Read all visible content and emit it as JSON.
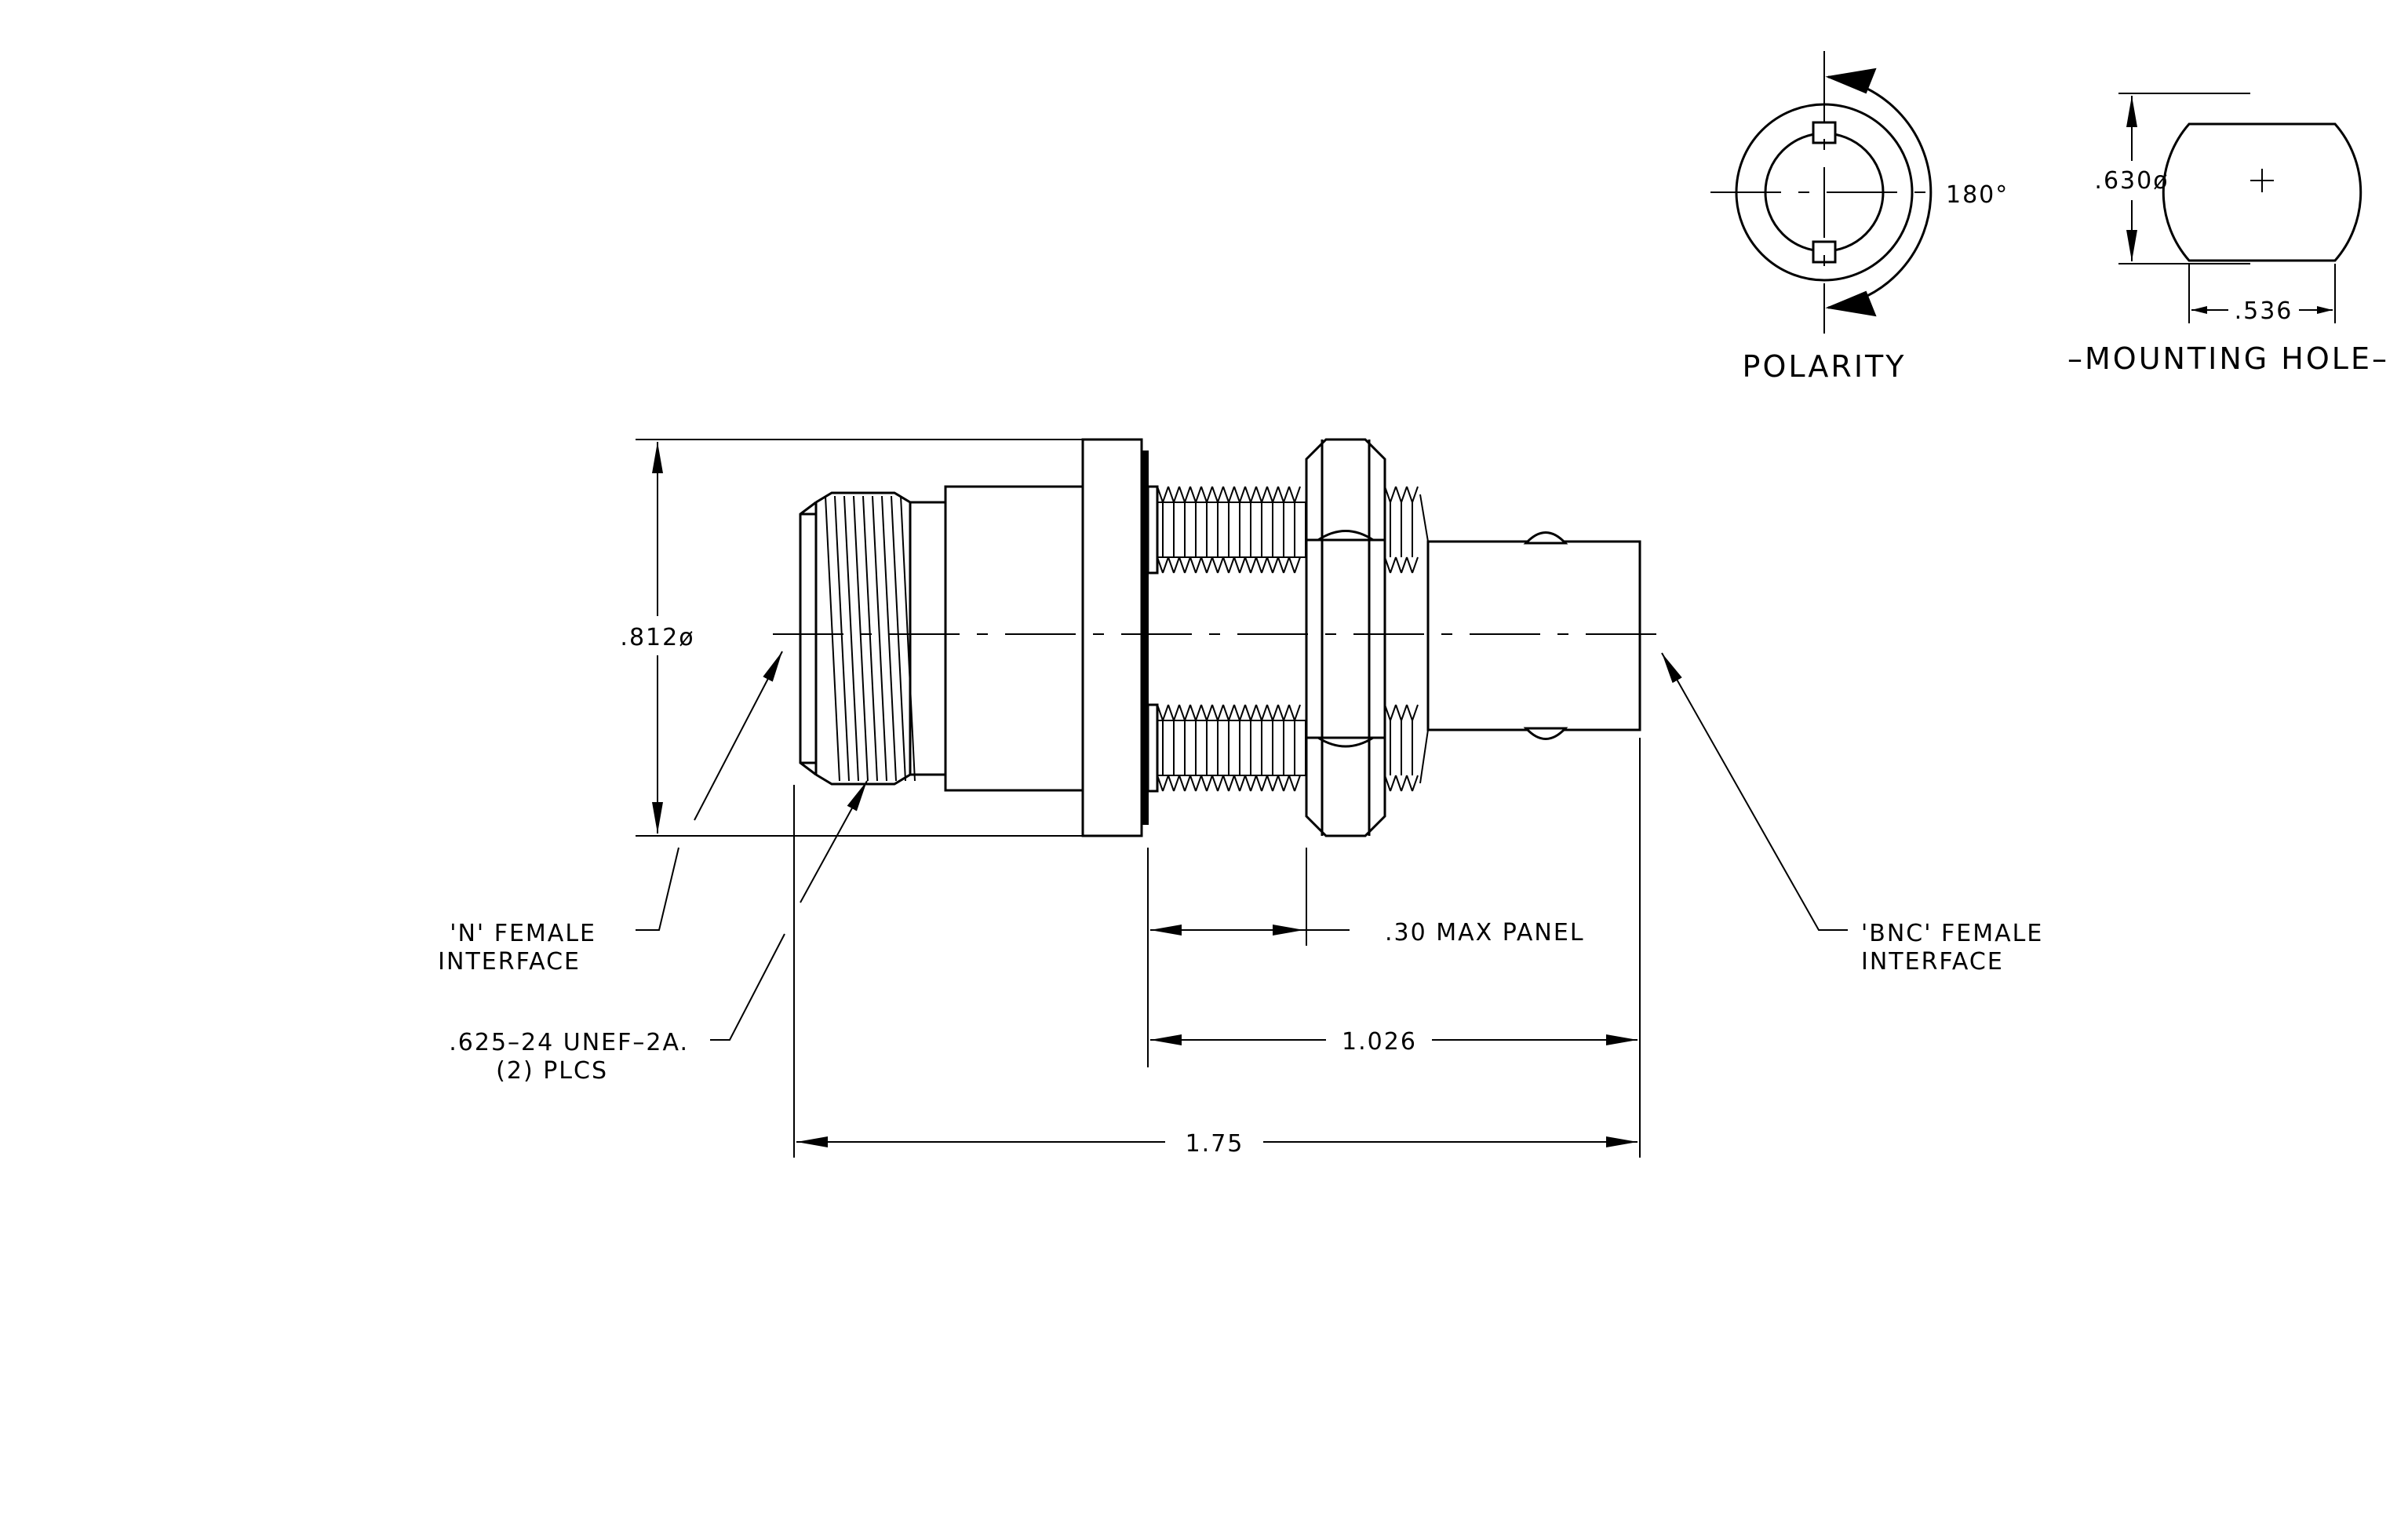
{
  "labels": {
    "polarity": "POLARITY",
    "mounting_hole": "–MOUNTING HOLE–",
    "angle": "180°",
    "hole_height": ".630ø",
    "hole_width": ".536",
    "body_diameter": ".812ø",
    "n_interface_line1": "'N' FEMALE",
    "n_interface_line2": "INTERFACE",
    "thread_line1": ".625–24 UNEF–2A.",
    "thread_line2": "(2) PLCS",
    "panel": ".30 MAX PANEL",
    "bnc_interface_line1": "'BNC' FEMALE",
    "bnc_interface_line2": "INTERFACE",
    "dim_1026": "1.026",
    "dim_175": "1.75"
  }
}
